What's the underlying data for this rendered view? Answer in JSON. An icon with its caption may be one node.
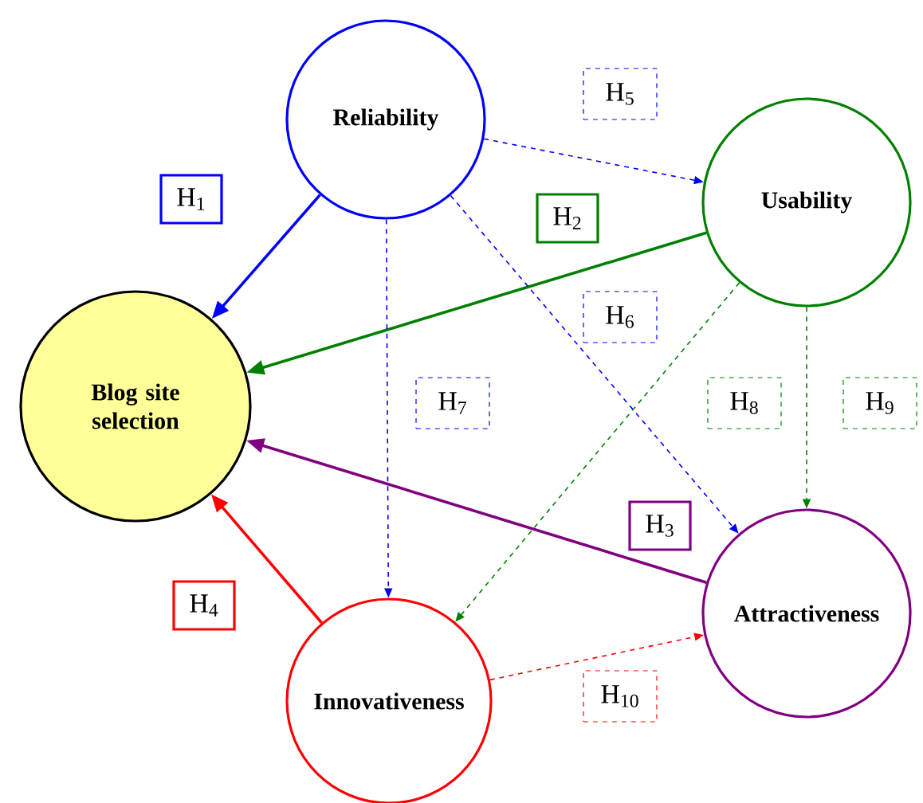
{
  "diagram": {
    "nodes": [
      {
        "text": [
          "Reliability"
        ]
      },
      {
        "text": [
          "Usability"
        ]
      },
      {
        "text": [
          "Blog site selection"
        ]
      },
      {
        "text": [
          "Innovativeness"
        ]
      },
      {
        "text": [
          "Attractiveness"
        ]
      }
    ],
    "edges": [
      {
        "from": 0,
        "to": 2,
        "arrow": "to",
        "label": "H$_{1}$",
        "color": "#0000ff"
      },
      {
        "from": 1,
        "to": 2,
        "arrow": "to",
        "label": "H$_{2}$",
        "color": "#008000"
      },
      {
        "from": 4,
        "to": 2,
        "arrow": "to",
        "label": "H$_{3}$",
        "color": "#800080"
      },
      {
        "from": 3,
        "to": 2,
        "arrow": "to",
        "label": "H$_{4}$",
        "color": "#ff0000"
      },
      {
        "from": 0,
        "to": 1,
        "arrow": "to",
        "label": "H$_{5}$",
        "style": "dashed",
        "color": "#0000ff"
      },
      {
        "from": 0,
        "to": 4,
        "arrow": "to",
        "label": "H$_{6}$",
        "style": "dashed",
        "color": "#0000ff"
      },
      {
        "from": 0,
        "to": 3,
        "arrow": "to",
        "label": "H$_{7}$",
        "style": "dashed",
        "color": "#0000ff"
      },
      {
        "from": 1,
        "to": 3,
        "arrow": "to",
        "label": "H$_{8}$",
        "style": "dashed",
        "color": "#008000"
      },
      {
        "from": 1,
        "to": 4,
        "arrow": "to",
        "label": "H$_{9}$",
        "style": "dashed",
        "color": "#008000"
      },
      {
        "from": 3,
        "to": 4,
        "arrow": "to",
        "label": "H$_{10}$",
        "style": "dashed",
        "color": "#ff0000"
      }
    ]
  }
}
